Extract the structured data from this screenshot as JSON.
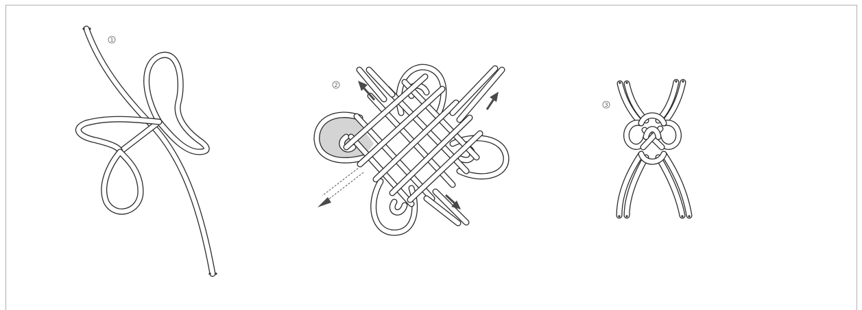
{
  "figure": {
    "panels": [
      {
        "step": "1",
        "icon": "circled-one"
      },
      {
        "step": "2",
        "icon": "circled-two"
      },
      {
        "step": "3",
        "icon": "circled-three"
      }
    ]
  }
}
